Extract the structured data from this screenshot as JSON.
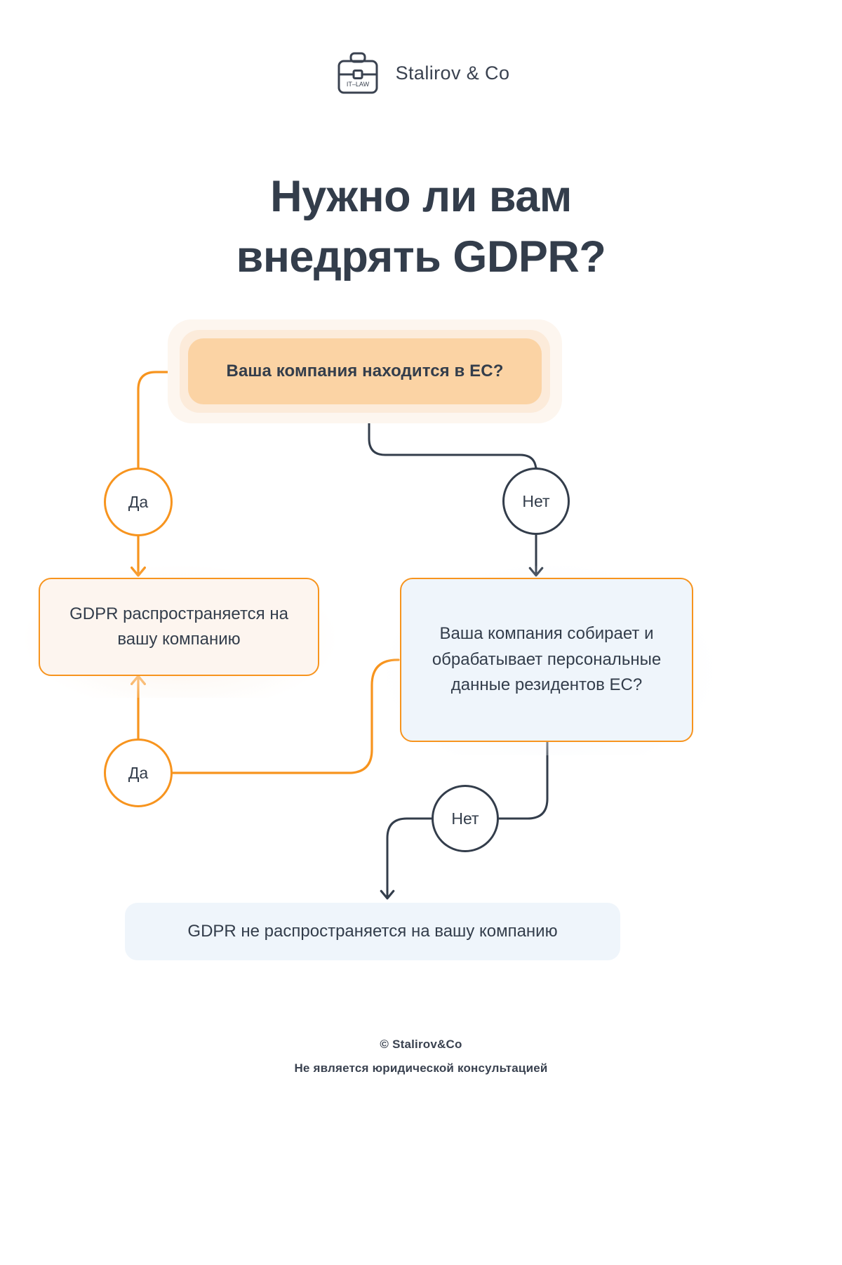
{
  "brand": {
    "name": "Stalirov & Co",
    "mark_label": "IT–LAW",
    "icon": "briefcase-icon"
  },
  "title": {
    "line1": "Нужно ли вам",
    "line2": "внедрять GDPR?"
  },
  "flow": {
    "q1": {
      "text": "Ваша компания находится в ЕС?"
    },
    "q1_yes": {
      "label": "Да"
    },
    "q1_no": {
      "label": "Нет"
    },
    "result_left": {
      "text": "GDPR распространяется на вашу компанию"
    },
    "q2": {
      "text": "Ваша компания собирает и обрабатывает персональные данные резидентов ЕС?"
    },
    "q2_yes": {
      "label": "Да"
    },
    "q2_no": {
      "label": "Нет"
    },
    "result_bottom": {
      "text": "GDPR не распространяется на вашу компанию"
    }
  },
  "footer": {
    "copyright": "© Stalirov&Co",
    "disclaimer": "Не является юридической консультацией"
  },
  "colors": {
    "accent_orange": "#F7941E",
    "q1_fill": "#FBD3A4",
    "dark_slate": "#333D4B",
    "blue_fill": "#EFF5FB",
    "cream_fill": "#FDF5EF",
    "background": "#FFFFFF"
  }
}
